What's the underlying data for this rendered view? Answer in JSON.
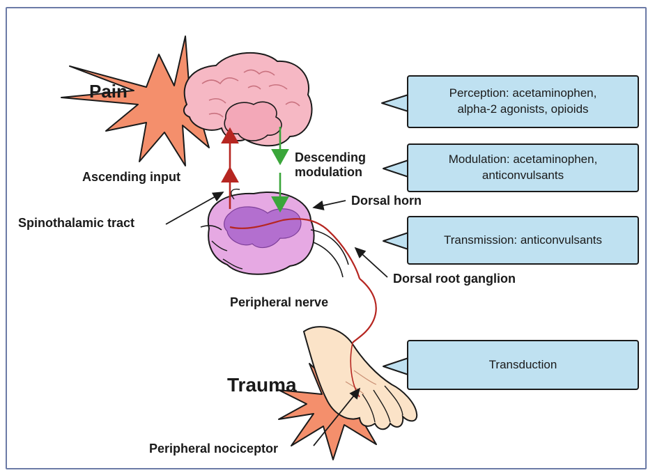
{
  "labels": {
    "pain": "Pain",
    "ascending_input": "Ascending input",
    "descending_modulation": "Descending\nmodulation",
    "dorsal_horn": "Dorsal horn",
    "spinothalamic_tract": "Spinothalamic tract",
    "dorsal_root_ganglion": "Dorsal root ganglion",
    "peripheral_nerve": "Peripheral nerve",
    "trauma": "Trauma",
    "peripheral_nociceptor": "Peripheral nociceptor"
  },
  "boxes": {
    "perception": "Perception: acetaminophen,\nalpha-2 agonists, opioids",
    "modulation": "Modulation: acetaminophen,\nanticonvulsants",
    "transmission": "Transmission: anticonvulsants",
    "transduction": "Transduction"
  },
  "colors": {
    "box_fill": "#bfe1f1",
    "brain": "#f6b8c4",
    "starburst": "#f48f6c",
    "spinal_cord": "#e6a9e3",
    "gray_matter": "#b36fcf",
    "ascending_arrow": "#b62621",
    "descending_arrow": "#3aa63a",
    "skin": "#fbe3c8",
    "frame": "#6b7aa6"
  }
}
